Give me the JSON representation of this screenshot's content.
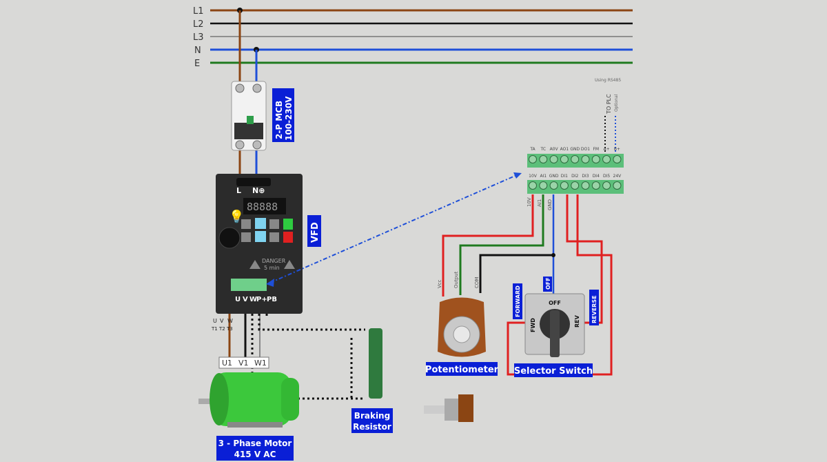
{
  "bus_lines": [
    {
      "label": "L1",
      "color": "#8b4513"
    },
    {
      "label": "L2",
      "color": "#111111"
    },
    {
      "label": "L3",
      "color": "#777777"
    },
    {
      "label": "N",
      "color": "#1e4fd8"
    },
    {
      "label": "E",
      "color": "#1f7a1f"
    }
  ],
  "mcb": {
    "label_line1": "2-P MCB",
    "label_line2": "100-230V"
  },
  "vfd": {
    "label": "VFD",
    "input_terminals": [
      "L",
      "N⊕"
    ],
    "display": "88888",
    "warning": "DANGER",
    "warning_time": "5 min",
    "output_terminals": [
      "U",
      "V",
      "W",
      "P+",
      "PB"
    ]
  },
  "motor_leads": {
    "phases": [
      "U",
      "V",
      "W"
    ],
    "terminals": [
      "T1",
      "T2",
      "T3"
    ]
  },
  "motor": {
    "terminal_labels": [
      "U1",
      "V1",
      "W1"
    ],
    "label_line1": "3 - Phase Motor",
    "label_line2": "415 V AC"
  },
  "braking_resistor": {
    "label_line1": "Braking",
    "label_line2": "Resistor"
  },
  "control_terminals": {
    "rs485_note": "Using RS485",
    "plc_label": "TO PLC",
    "optional_label": "Optional",
    "top_row": [
      "TA",
      "TC",
      "A0V",
      "AO1",
      "GND",
      "DO1",
      "FM",
      "A+",
      "B+"
    ],
    "bottom_row": [
      "10V",
      "AI1",
      "GND",
      "DI1",
      "DI2",
      "DI3",
      "DI4",
      "DI5",
      "24V"
    ],
    "wire_labels": [
      "10V",
      "AI1",
      "GND"
    ]
  },
  "potentiometer": {
    "pins": [
      "Vcc",
      "Output",
      "COM"
    ],
    "label": "Potentiometer"
  },
  "selector_switch": {
    "label": "Selector Switch",
    "positions": [
      "FWD",
      "OFF",
      "REV"
    ],
    "tags": [
      "FORWARD",
      "OFF",
      "REVERSE"
    ]
  },
  "colors": {
    "label_box": "#0a1fd6",
    "red_wire": "#e02020",
    "terminal_green": "#5cbf7a"
  }
}
